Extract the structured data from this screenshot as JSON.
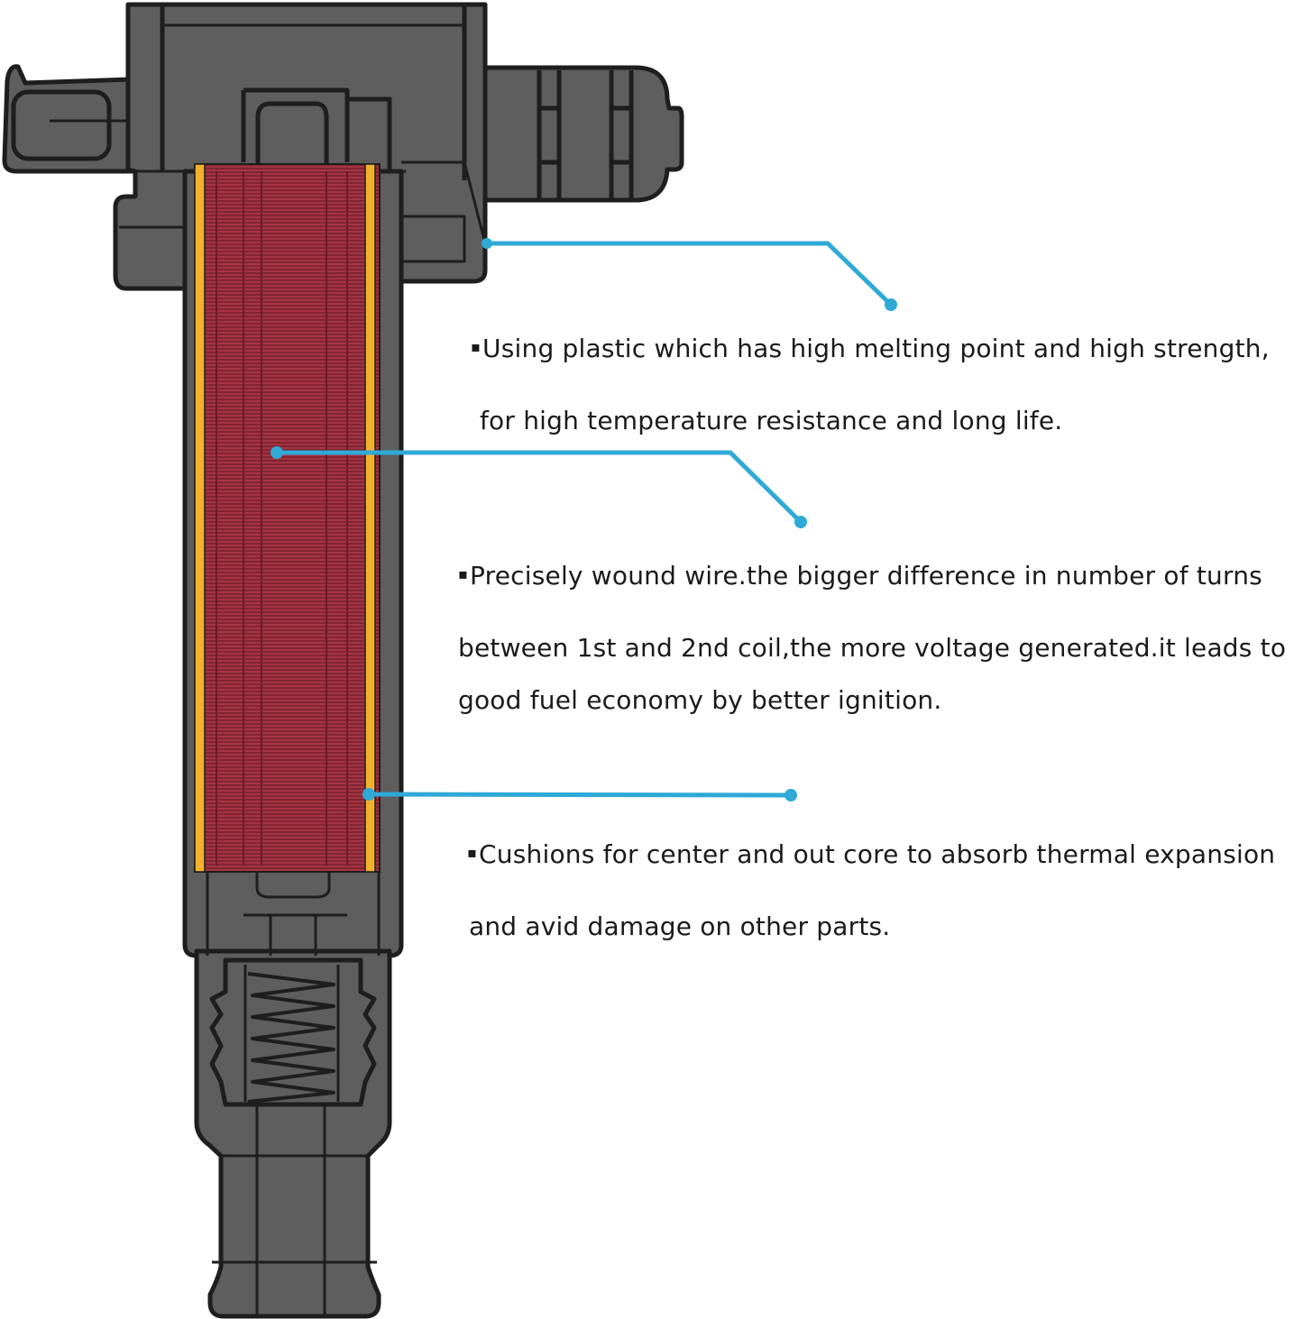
{
  "colors": {
    "housing": "#5e5e5e",
    "housing_outline": "#1e1e1e",
    "coil": "#a43442",
    "coil_lines": "#6d1b27",
    "insulation": "#f2b12d",
    "callout": "#2fa9d6"
  },
  "annotations": [
    {
      "id": "housing-plastic",
      "lines": [
        "Using plastic which has high melting point and high strength,",
        "for high temperature resistance and long life."
      ]
    },
    {
      "id": "wound-wire",
      "lines": [
        "Precisely wound wire.the bigger difference in number of turns",
        "between 1st and 2nd coil,the more voltage generated.it leads to",
        "good fuel economy by better ignition."
      ]
    },
    {
      "id": "cushions",
      "lines": [
        "Cushions for center and out core to absorb thermal expansion",
        "and avid damage on other parts."
      ]
    }
  ],
  "bullet_glyph": "▪"
}
